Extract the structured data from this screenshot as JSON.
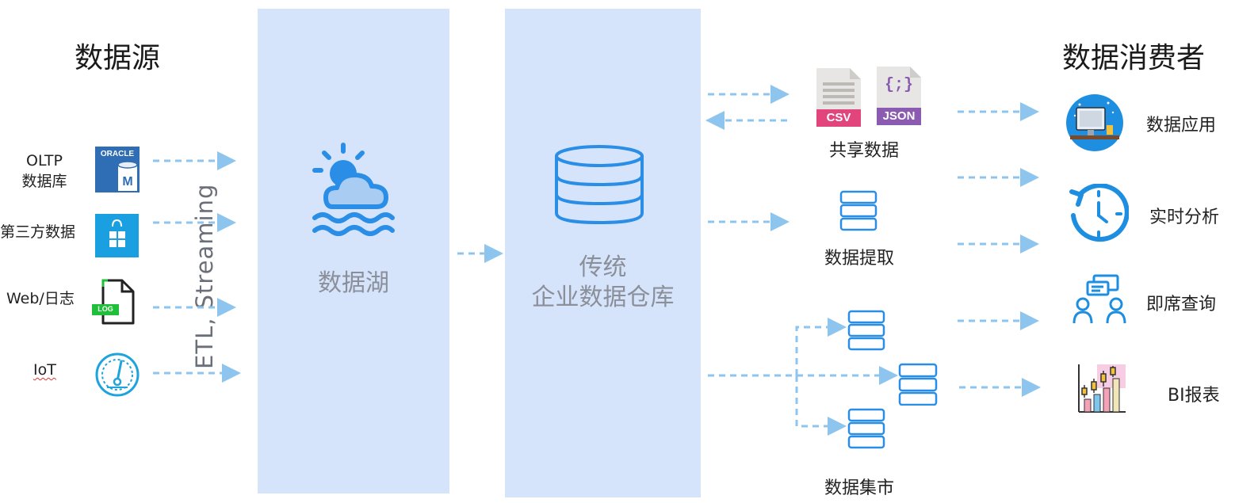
{
  "headings": {
    "sources": "数据源",
    "consumers": "数据消费者"
  },
  "sources": [
    {
      "label_lines": [
        "OLTP",
        "数据库"
      ],
      "icon": "oracle-db-icon",
      "badge_top": "ORACLE",
      "badge_bottom": "M"
    },
    {
      "label_lines": [
        "第三方数据"
      ],
      "icon": "windows-store-icon"
    },
    {
      "label_lines": [
        "Web/日志"
      ],
      "icon": "log-file-icon",
      "badge": "LOG"
    },
    {
      "label_lines": [
        "IoT"
      ],
      "icon": "gauge-icon"
    }
  ],
  "etl_label": "ETL, Streaming",
  "data_lake": {
    "title": "数据湖",
    "icon": "cloud-sun-water-icon"
  },
  "warehouse": {
    "title_lines": [
      "传统",
      "企业数据仓库"
    ],
    "icon": "database-icon"
  },
  "middle": {
    "shared_data": {
      "label": "共享数据",
      "csv_badge": "CSV",
      "json_badge": "JSON",
      "json_glyph": "{;}"
    },
    "extraction": {
      "label": "数据提取"
    },
    "marts": {
      "label": "数据集市"
    }
  },
  "consumers": [
    {
      "label": "数据应用",
      "icon": "desktop-app-icon"
    },
    {
      "label": "实时分析",
      "icon": "clock-icon"
    },
    {
      "label": "即席查询",
      "icon": "people-chat-icon"
    },
    {
      "label": "BI报表",
      "icon": "candlestick-chart-icon"
    }
  ],
  "colors": {
    "panel": "#d6e4fb",
    "arrow": "#8ec5ee",
    "icon_blue": "#2a8ee6",
    "csv": "#e2457c",
    "json": "#8a5bb0"
  }
}
